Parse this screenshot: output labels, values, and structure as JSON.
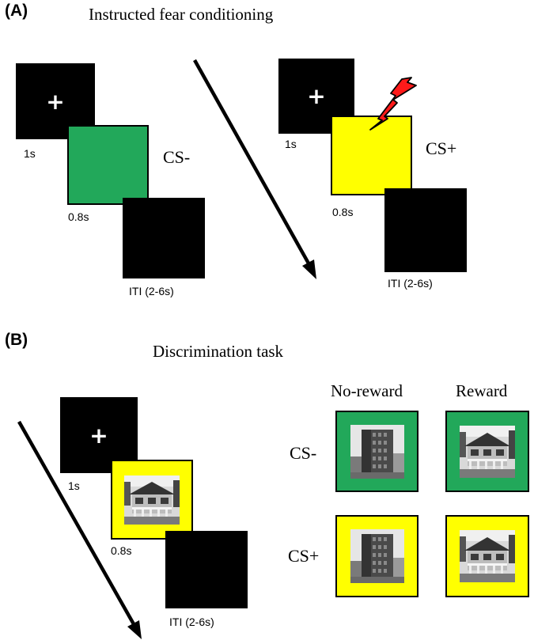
{
  "panelA": {
    "label": "(A)",
    "title": "Instructed fear conditioning",
    "left_sequence": {
      "fixation": "+",
      "fix_duration": "1s",
      "cue_label": "CS-",
      "cue_duration": "0.8s",
      "iti": "ITI (2-6s)"
    },
    "right_sequence": {
      "fixation": "+",
      "fix_duration": "1s",
      "cue_label": "CS+",
      "cue_duration": "0.8s",
      "iti": "ITI (2-6s)"
    }
  },
  "panelB": {
    "label": "(B)",
    "title": "Discrimination task",
    "sequence": {
      "fixation": "+",
      "fix_duration": "1s",
      "cue_duration": "0.8s",
      "iti": "ITI (2-6s)"
    },
    "grid": {
      "col_no_reward": "No-reward",
      "col_reward": "Reward",
      "row_cs_minus": "CS-",
      "row_cs_plus": "CS+"
    }
  },
  "colors": {
    "cs_minus": "#22a85a",
    "cs_plus": "#ffff00",
    "screen": "#000000",
    "shock": "#ff0000"
  },
  "icons": [
    "lightning-bolt-icon",
    "timeline-arrow-icon",
    "fixation-cross-icon",
    "house-photo",
    "tower-photo"
  ]
}
